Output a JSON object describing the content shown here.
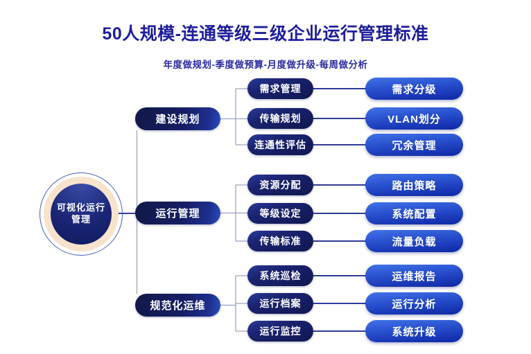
{
  "header": {
    "title": "50人规模-连通等级三级企业运行管理标准",
    "subtitle": "年度做规划-季度做预算-月度做升级-每周做分析"
  },
  "root": {
    "line1": "可视化运行",
    "line2": "管理"
  },
  "branches": [
    {
      "label": "建设规划",
      "children": [
        {
          "label": "需求管理",
          "result": "需求分级"
        },
        {
          "label": "传输规划",
          "result": "VLAN划分"
        },
        {
          "label": "连通性评估",
          "result": "冗余管理"
        }
      ]
    },
    {
      "label": "运行管理",
      "children": [
        {
          "label": "资源分配",
          "result": "路由策略"
        },
        {
          "label": "等级设定",
          "result": "系统配置"
        },
        {
          "label": "传输标准",
          "result": "流量负载"
        }
      ]
    },
    {
      "label": "规范化运维",
      "children": [
        {
          "label": "系统巡检",
          "result": "运维报告"
        },
        {
          "label": "运行档案",
          "result": "运行分析"
        },
        {
          "label": "运行监控",
          "result": "系统升级"
        }
      ]
    }
  ],
  "colors": {
    "title": "#1e1e9c",
    "subtitle": "#2b2ba0",
    "line_thin": "#9aa2c2",
    "line_dark": "#2e3b97",
    "ring_cream": "#f7e3cd",
    "ring_outline": "#4a5cc8"
  }
}
